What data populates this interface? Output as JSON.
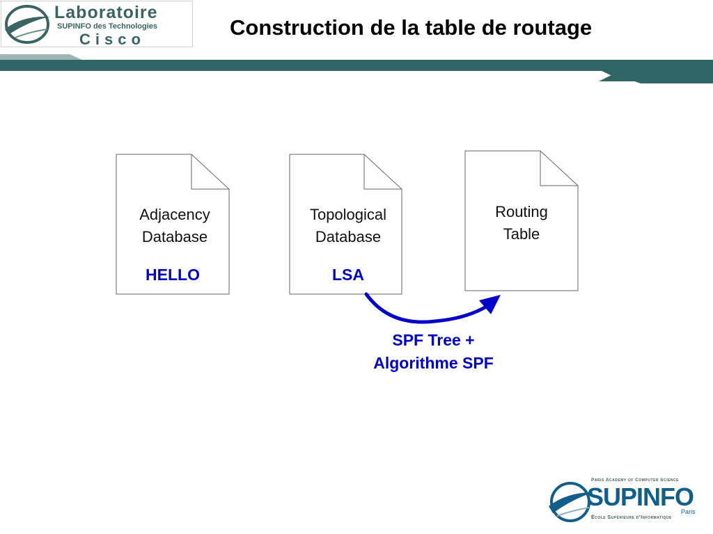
{
  "header": {
    "logo": {
      "line1": "Laboratoire",
      "line2": "SUPINFO des Technologies",
      "line3": "Cisco"
    },
    "title": "Construction de la table de routage"
  },
  "diagram": {
    "documents": [
      {
        "title_line1": "Adjacency",
        "title_line2": "Database",
        "subtitle": "HELLO"
      },
      {
        "title_line1": "Topological",
        "title_line2": "Database",
        "subtitle": "LSA"
      },
      {
        "title_line1": "Routing",
        "title_line2": "Table",
        "subtitle": ""
      }
    ],
    "arrow_label": {
      "line1": "SPF Tree +",
      "line2": "Algorithme SPF"
    }
  },
  "footer": {
    "logo": {
      "top_text": "Paris Academy of Computer Science",
      "brand": "SUPINFO",
      "city": "Paris",
      "bottom_text": "École Supérieure d'Informatique"
    }
  },
  "colors": {
    "band": "#2f6565",
    "accent_blue": "#0000cc",
    "logo_green": "#3a6363",
    "brand_blue": "#0f5e8c"
  }
}
